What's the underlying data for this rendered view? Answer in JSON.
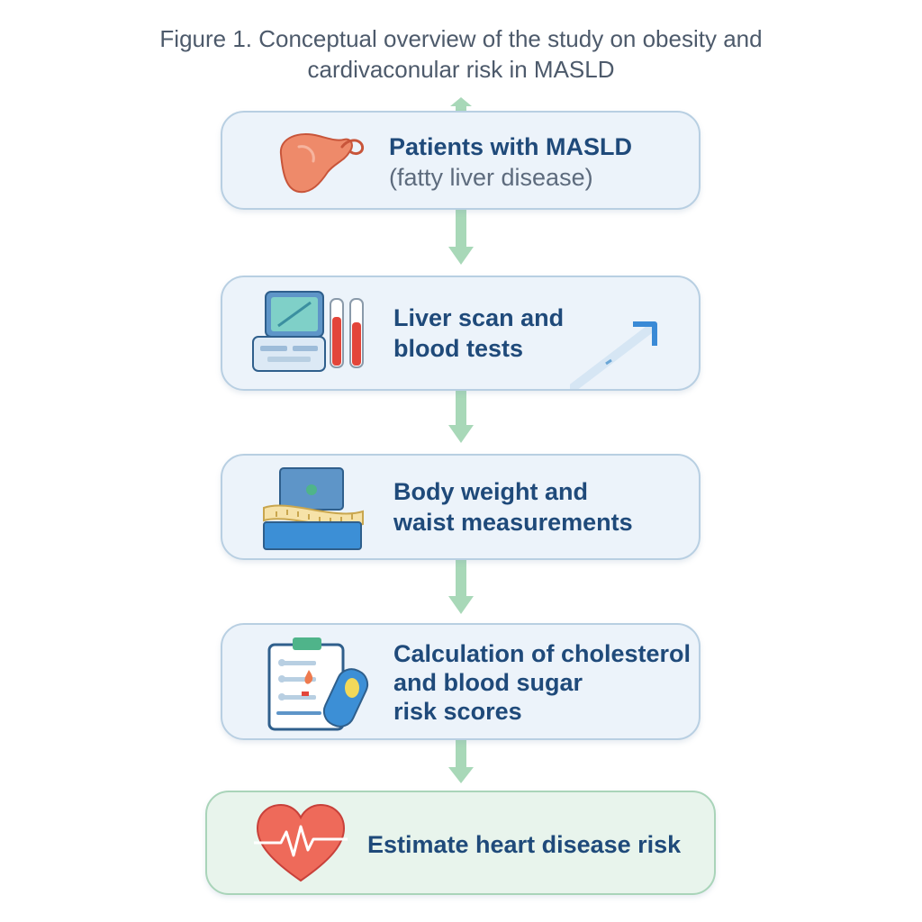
{
  "title": {
    "line1": "Figure 1. Conceptual overview of the study on obesity and",
    "line2": "cardivaconular risk in MASLD"
  },
  "steps": [
    {
      "line1": "Patients with MASLD",
      "line2": "(fatty liver disease)",
      "icon": "liver-icon"
    },
    {
      "line1": "Liver scan and",
      "line2": "blood tests",
      "icon": "ultrasound-machine-icon"
    },
    {
      "line1": "Body weight and",
      "line2": "waist measurements",
      "icon": "scale-icon"
    },
    {
      "line1": "Calculation of cholesterol",
      "line2": "and blood sugar",
      "line3": "risk scores",
      "icon": "clipboard-icon"
    },
    {
      "line1": "Estimate heart disease risk",
      "icon": "heart-icon"
    }
  ],
  "colors": {
    "box_fill": "#ecf3fa",
    "box_border": "#b8cfe2",
    "final_fill": "#e8f4ec",
    "final_border": "#a9d4b9",
    "arrow": "#a8d8b8",
    "text": "#1f4a7a"
  }
}
